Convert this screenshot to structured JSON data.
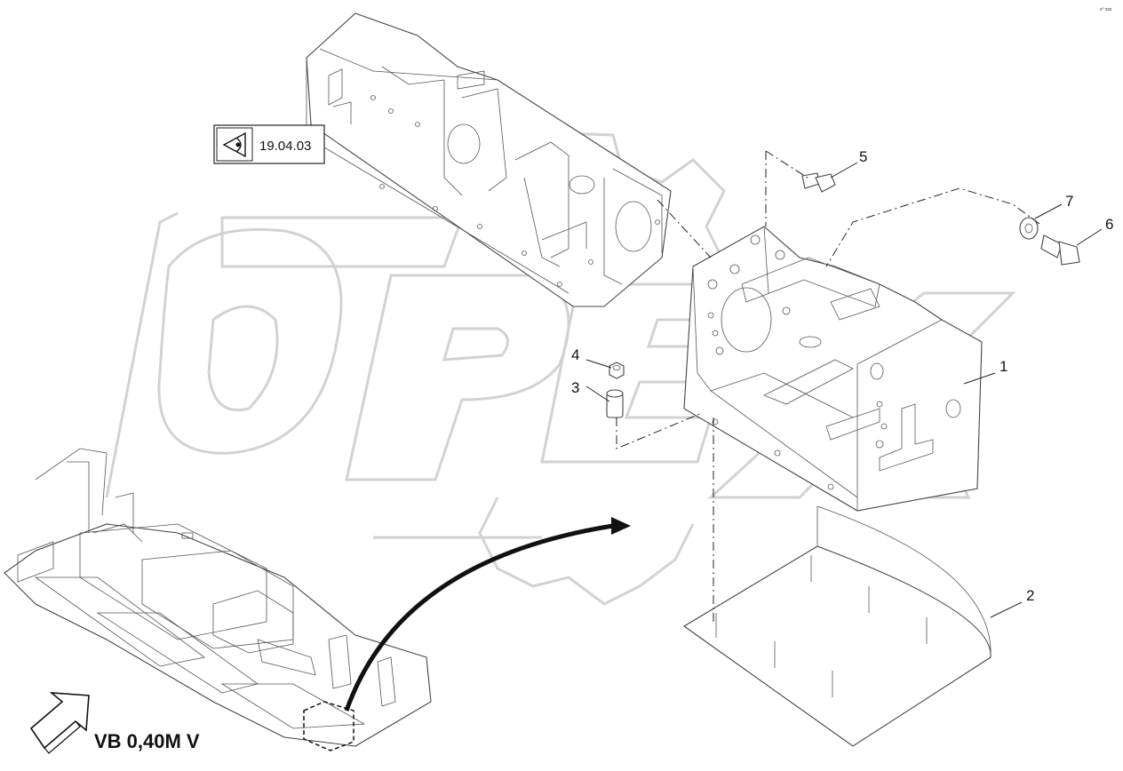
{
  "reference_box": {
    "label": "19.04.03",
    "icon": "eye-icon"
  },
  "view_label": "VB 0,40M V",
  "corner_code": "s⁰ sss",
  "callouts": [
    {
      "id": "callout-1",
      "label": "1"
    },
    {
      "id": "callout-2",
      "label": "2"
    },
    {
      "id": "callout-3",
      "label": "3"
    },
    {
      "id": "callout-4",
      "label": "4"
    },
    {
      "id": "callout-5",
      "label": "5"
    },
    {
      "id": "callout-6",
      "label": "6"
    },
    {
      "id": "callout-7",
      "label": "7"
    }
  ],
  "watermark": "OPEX"
}
